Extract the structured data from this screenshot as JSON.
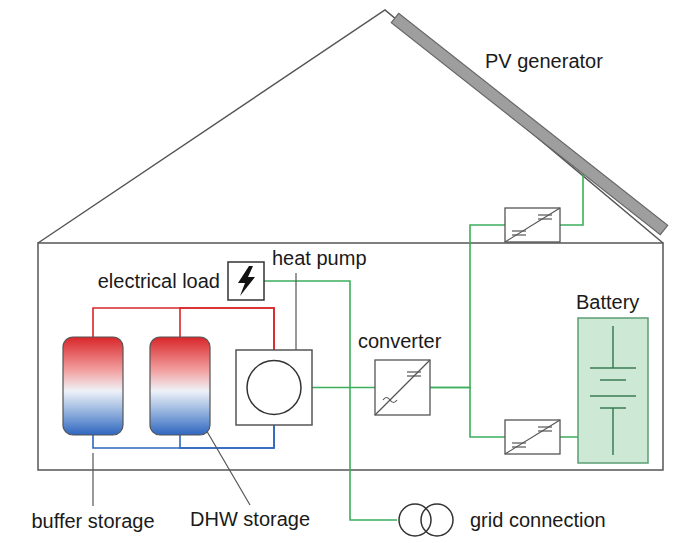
{
  "diagram": {
    "nodes": [
      {
        "text": [
          "PV generator"
        ]
      },
      {
        "text": [
          "electrical load"
        ]
      },
      {
        "text": [
          "heat pump"
        ]
      },
      {
        "text": [
          "converter"
        ]
      },
      {
        "text": [
          "Battery"
        ]
      },
      {
        "text": [
          "buffer storage"
        ]
      },
      {
        "text": [
          "DHW storage"
        ]
      },
      {
        "text": [
          "grid connection"
        ]
      }
    ],
    "edges": [
      {
        "from": 1,
        "to": 7,
        "arrow": "none"
      },
      {
        "from": 2,
        "to": 3,
        "arrow": "none"
      },
      {
        "from": 3,
        "to": 0,
        "arrow": "none"
      },
      {
        "from": 3,
        "to": 4,
        "arrow": "none"
      },
      {
        "from": 2,
        "to": 5,
        "arrow": "none"
      },
      {
        "from": 2,
        "to": 6,
        "arrow": "none"
      },
      {
        "from": 2,
        "to": 5,
        "arrow": "none"
      },
      {
        "from": 2,
        "to": 6,
        "arrow": "none"
      }
    ]
  }
}
